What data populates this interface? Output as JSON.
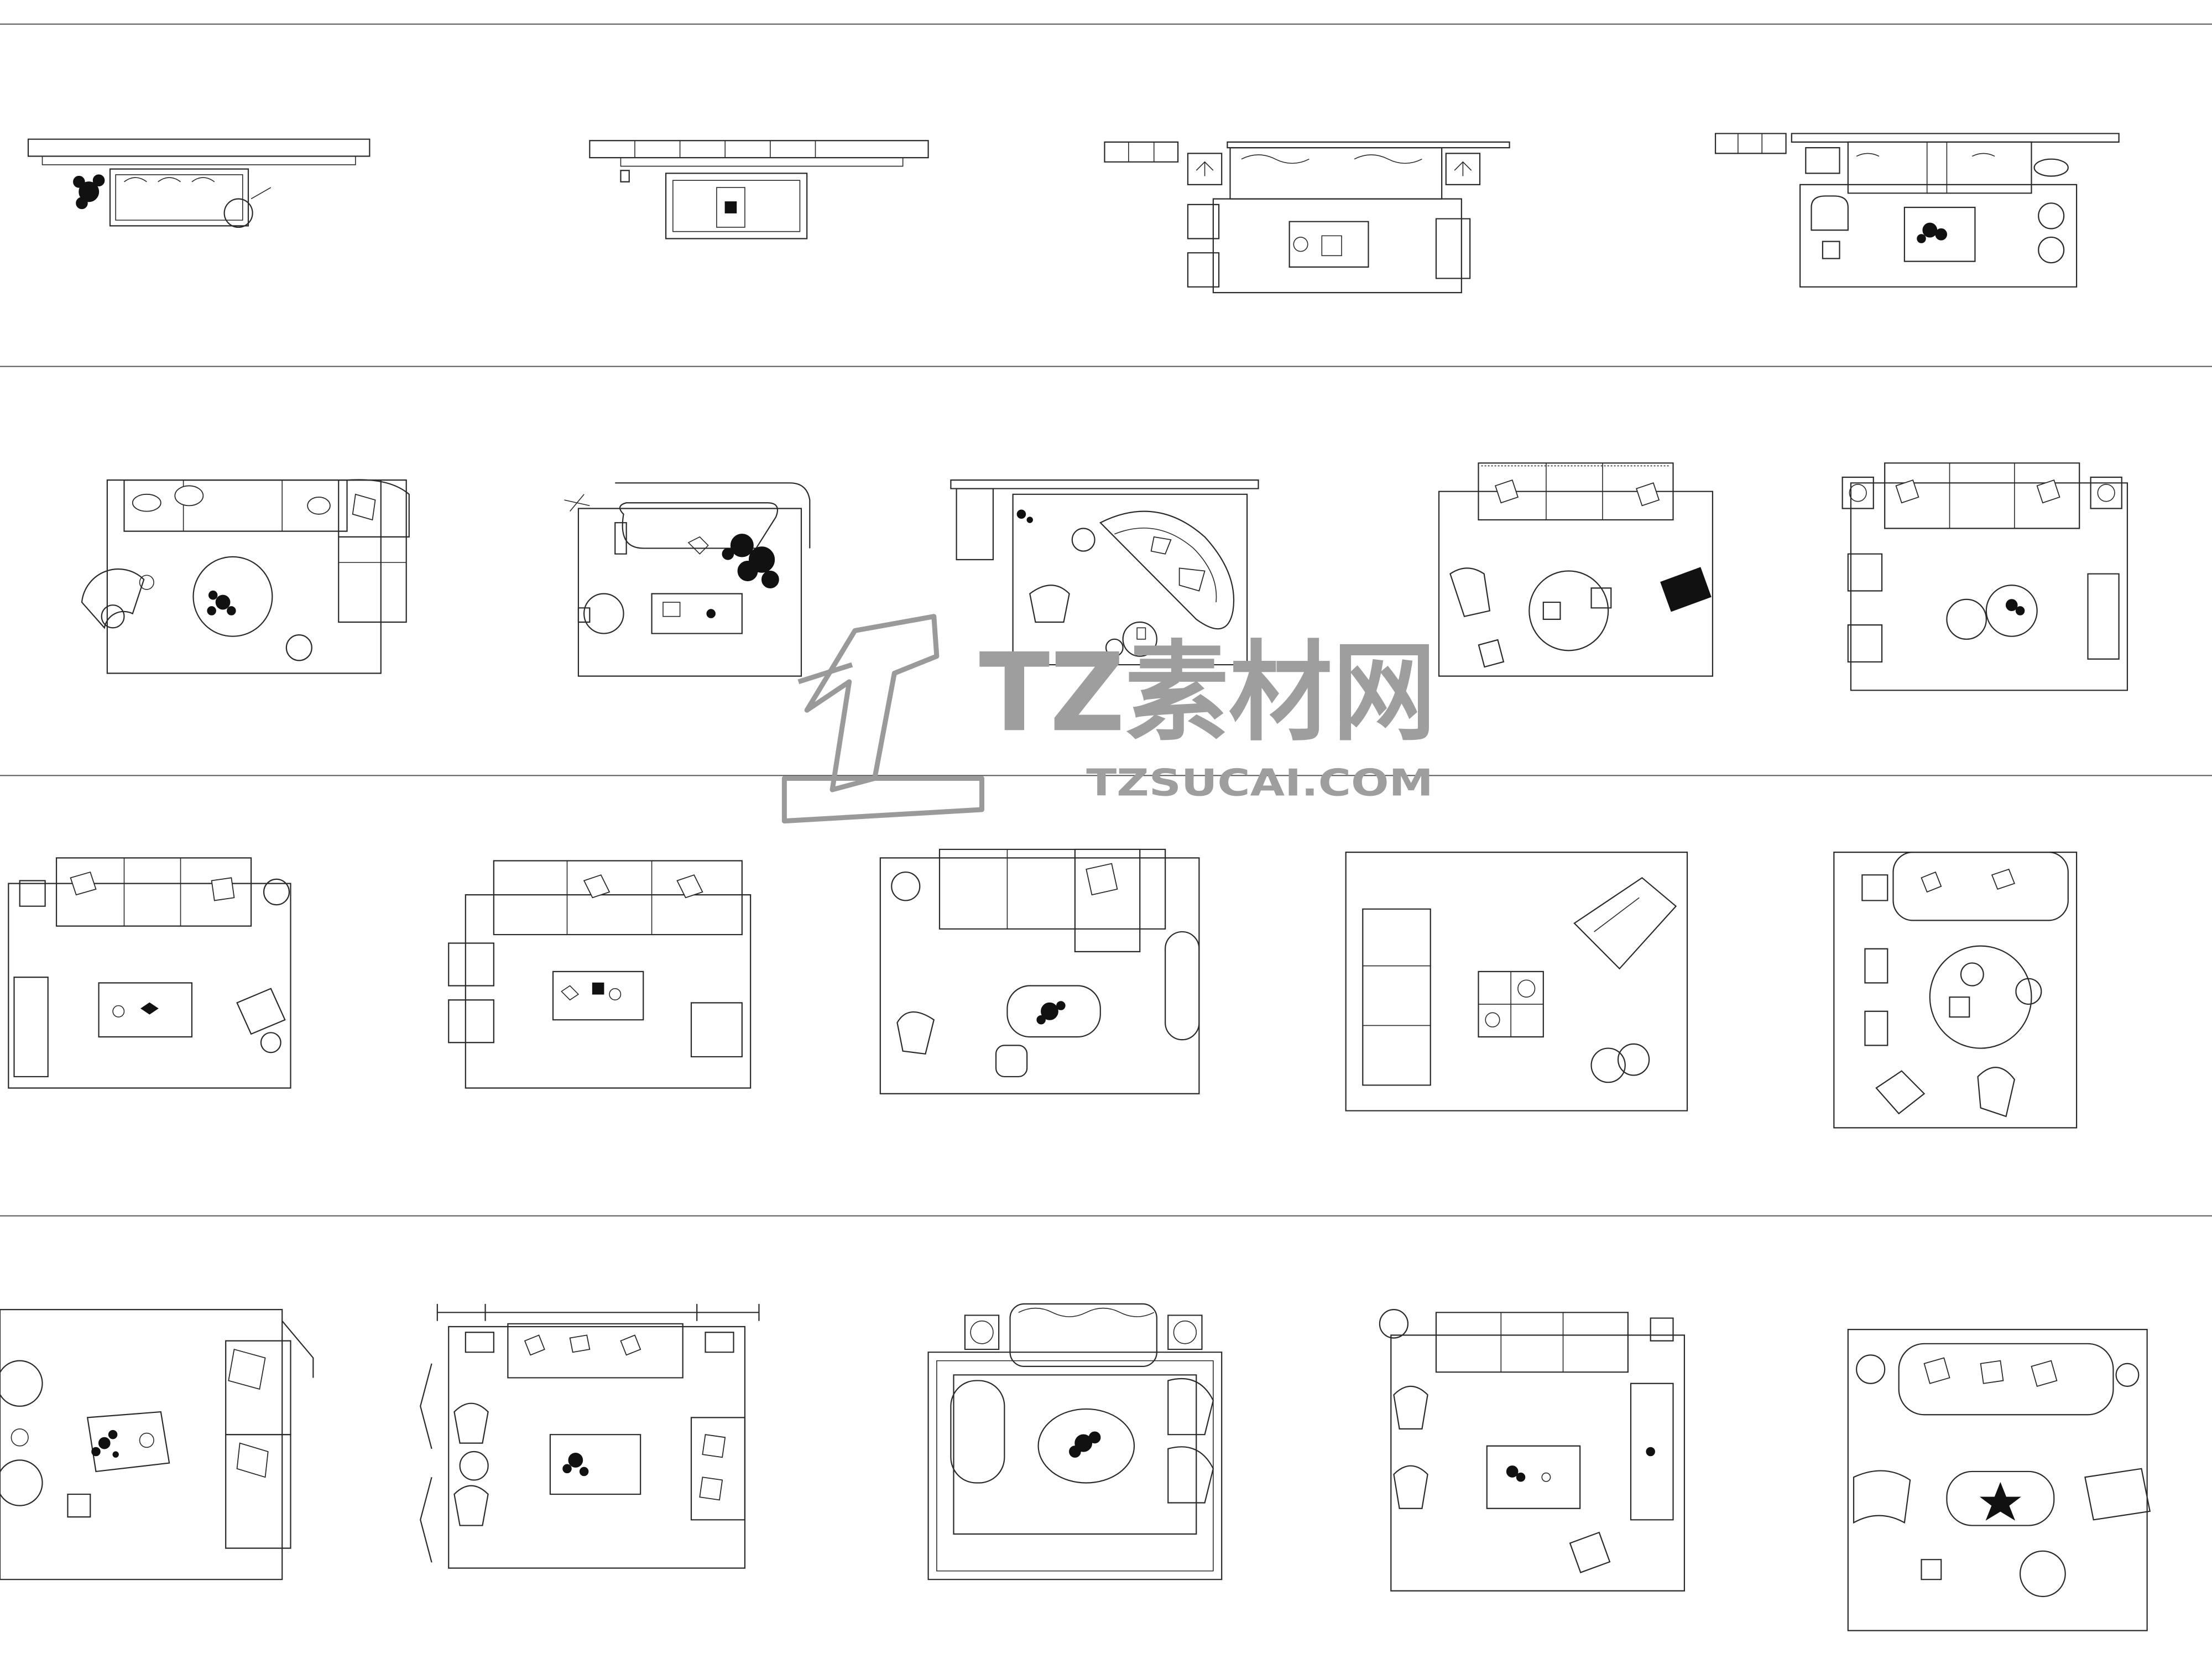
{
  "watermark": {
    "brand_cn": "TZ素材网",
    "brand_url": "TZSUCAI.COM",
    "color": "#9e9e9e"
  },
  "sheet": {
    "line_color": "#2a2a2a",
    "background": "#ffffff",
    "rows": [
      {
        "row": 1,
        "plans": [
          "narrow-sofa-strip",
          "sofa-with-tv-console",
          "sofa-with-twin-armchairs",
          "sofa-with-rug-and-stools"
        ]
      },
      {
        "row": 2,
        "plans": [
          "l-sectional-round-table",
          "curved-sofa-with-plants",
          "kidney-sofa-round-tables",
          "rug-sofa-armchairs",
          "sofa-with-side-tables"
        ]
      },
      {
        "row": 3,
        "plans": [
          "sofa-armchair-coffee-table",
          "sectional-twin-chairs",
          "sectional-oval-bench",
          "sofa-lounge-chair",
          "round-table-living"
        ]
      },
      {
        "row": 4,
        "plans": [
          "corner-sofa-lounge",
          "sofa-armchairs-curtain",
          "classic-sofa-oval-table",
          "sofa-tv-cabinet",
          "sofa-oval-table"
        ]
      }
    ]
  }
}
